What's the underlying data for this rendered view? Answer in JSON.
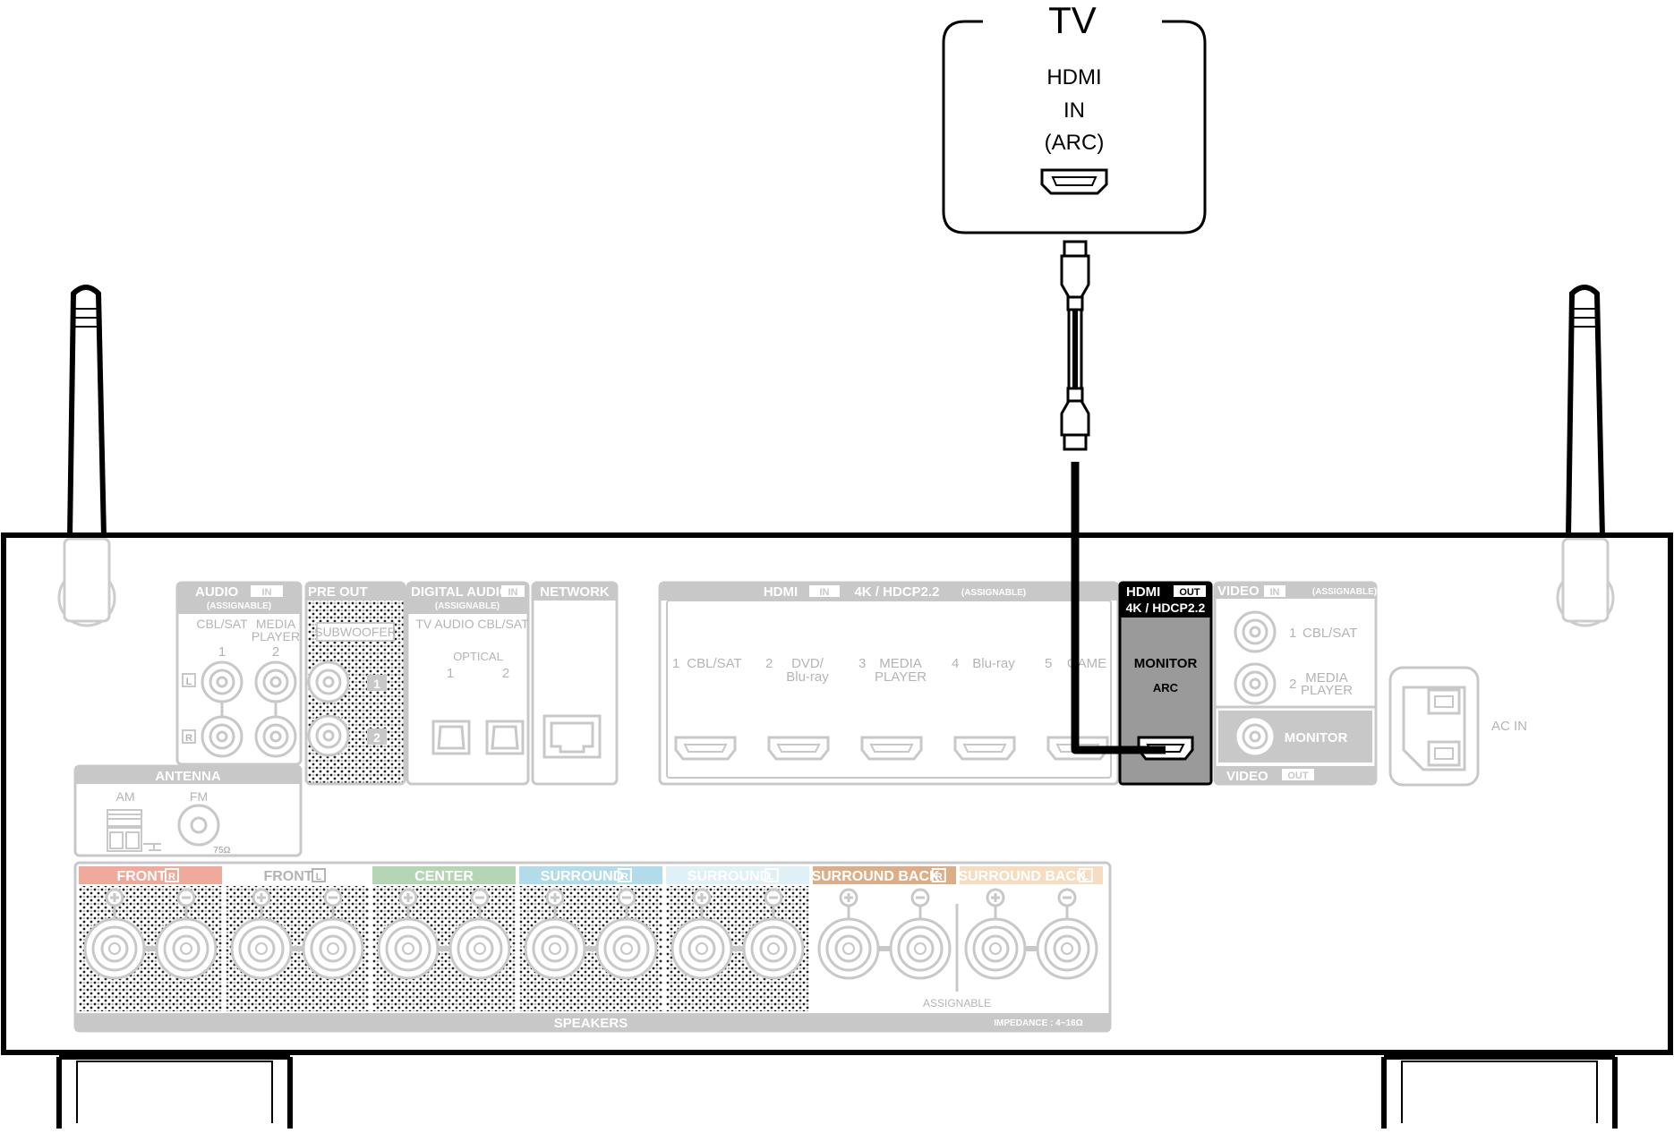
{
  "tv": {
    "title": "TV",
    "port_line1": "HDMI",
    "port_line2": "IN",
    "port_line3": "(ARC)"
  },
  "receiver": {
    "audio_in": {
      "header": "AUDIO",
      "header_tag": "IN",
      "assignable": "(ASSIGNABLE)",
      "col1": "CBL/SAT",
      "col2_line1": "MEDIA",
      "col2_line2": "PLAYER",
      "num1": "1",
      "num2": "2",
      "left": "L",
      "right": "R"
    },
    "pre_out": {
      "header": "PRE OUT",
      "subwoofer": "SUBWOOFER",
      "num1": "1",
      "num2": "2"
    },
    "digital_audio": {
      "header": "DIGITAL AUDIO",
      "header_tag": "IN",
      "assignable": "(ASSIGNABLE)",
      "col1": "TV AUDIO",
      "col2": "CBL/SAT",
      "optical": "OPTICAL",
      "num1": "1",
      "num2": "2"
    },
    "network": {
      "header": "NETWORK"
    },
    "hdmi_in": {
      "header": "HDMI",
      "header_tag": "IN",
      "spec": "4K / HDCP2.2",
      "assignable": "(ASSIGNABLE)",
      "inputs": [
        {
          "num": "1",
          "line1": "CBL/SAT",
          "line2": ""
        },
        {
          "num": "2",
          "line1": "DVD/",
          "line2": "Blu-ray"
        },
        {
          "num": "3",
          "line1": "MEDIA",
          "line2": "PLAYER"
        },
        {
          "num": "4",
          "line1": "Blu-ray",
          "line2": ""
        },
        {
          "num": "5",
          "line1": "GAME",
          "line2": ""
        }
      ]
    },
    "hdmi_out": {
      "header": "HDMI",
      "header_tag": "OUT",
      "spec": "4K / HDCP2.2",
      "monitor": "MONITOR",
      "arc": "ARC"
    },
    "video_in": {
      "header": "VIDEO",
      "header_tag": "IN",
      "assignable": "(ASSIGNABLE)",
      "input1_num": "1",
      "input1_label": "CBL/SAT",
      "input2_num": "2",
      "input2_line1": "MEDIA",
      "input2_line2": "PLAYER",
      "monitor": "MONITOR",
      "out_header": "VIDEO",
      "out_tag": "OUT"
    },
    "ac_in": "AC IN",
    "antenna": {
      "header": "ANTENNA",
      "am": "AM",
      "fm": "FM",
      "ohm": "75Ω"
    },
    "speakers": {
      "label": "SPEAKERS",
      "impedance": "IMPEDANCE : 4~16Ω",
      "assignable": "ASSIGNABLE",
      "groups": [
        {
          "label": "FRONT",
          "side": "R",
          "color": "#f0aa9c"
        },
        {
          "label": "FRONT",
          "side": "L",
          "color": "#ffffff"
        },
        {
          "label": "CENTER",
          "side": "",
          "color": "#b4d6b4"
        },
        {
          "label": "SURROUND",
          "side": "R",
          "color": "#b3dcea"
        },
        {
          "label": "SURROUND",
          "side": "L",
          "color": "#dff0f6"
        },
        {
          "label": "SURROUND BACK",
          "side": "R",
          "color": "#dcae88"
        },
        {
          "label": "SURROUND BACK",
          "side": "L",
          "color": "#f6dcc0"
        }
      ]
    }
  },
  "colors": {
    "panel_grey": "#c8c8c8",
    "label_grey": "#b4b4b4",
    "highlight": "#9a9a9a",
    "cable": "#000000"
  }
}
